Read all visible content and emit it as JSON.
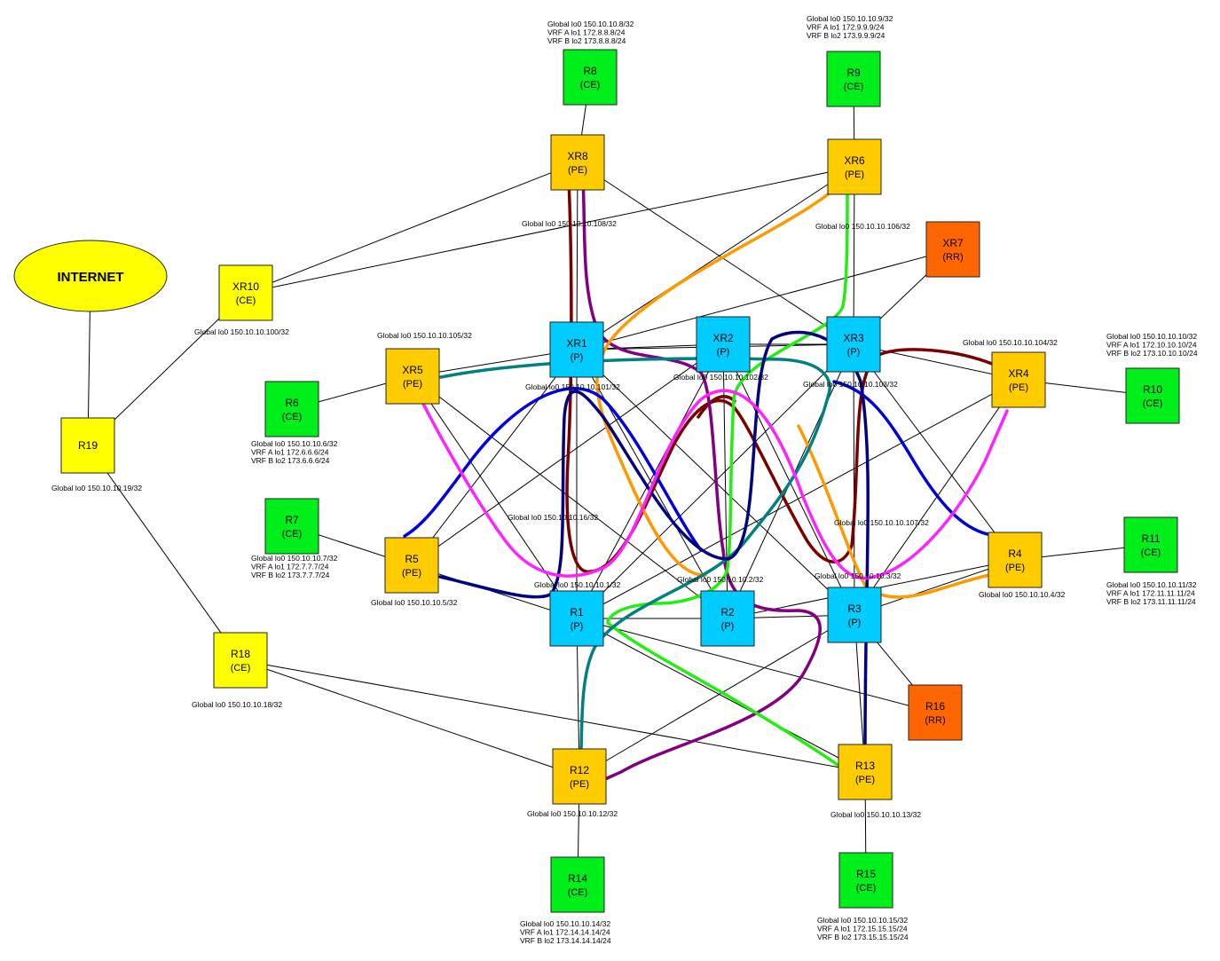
{
  "colors": {
    "ce": "#00ee1a",
    "pe": "#ffcc00",
    "p": "#00ccff",
    "rr": "#ff6600",
    "internet_ce": "#ffff00",
    "internet": "#ffff00"
  },
  "internet": {
    "label": "INTERNET"
  },
  "nodes": [
    {
      "id": "R8",
      "name": "R8",
      "role": "(CE)",
      "type": "ce"
    },
    {
      "id": "R9",
      "name": "R9",
      "role": "(CE)",
      "type": "ce"
    },
    {
      "id": "XR8",
      "name": "XR8",
      "role": "(PE)",
      "type": "pe"
    },
    {
      "id": "XR6",
      "name": "XR6",
      "role": "(PE)",
      "type": "pe"
    },
    {
      "id": "XR7",
      "name": "XR7",
      "role": "(RR)",
      "type": "rr"
    },
    {
      "id": "XR10",
      "name": "XR10",
      "role": "(CE)",
      "type": "internet_ce"
    },
    {
      "id": "XR1",
      "name": "XR1",
      "role": "(P)",
      "type": "p"
    },
    {
      "id": "XR2",
      "name": "XR2",
      "role": "(P)",
      "type": "p"
    },
    {
      "id": "XR3",
      "name": "XR3",
      "role": "(P)",
      "type": "p"
    },
    {
      "id": "XR5",
      "name": "XR5",
      "role": "(PE)",
      "type": "pe"
    },
    {
      "id": "XR4",
      "name": "XR4",
      "role": "(PE)",
      "type": "pe"
    },
    {
      "id": "R6",
      "name": "R6",
      "role": "(CE)",
      "type": "ce"
    },
    {
      "id": "R10",
      "name": "R10",
      "role": "(CE)",
      "type": "ce"
    },
    {
      "id": "R19",
      "name": "R19",
      "role": "",
      "type": "internet_ce"
    },
    {
      "id": "R7",
      "name": "R7",
      "role": "(CE)",
      "type": "ce"
    },
    {
      "id": "R5",
      "name": "R5",
      "role": "(PE)",
      "type": "pe"
    },
    {
      "id": "R4",
      "name": "R4",
      "role": "(PE)",
      "type": "pe"
    },
    {
      "id": "R11",
      "name": "R11",
      "role": "(CE)",
      "type": "ce"
    },
    {
      "id": "R1",
      "name": "R1",
      "role": "(P)",
      "type": "p"
    },
    {
      "id": "R2",
      "name": "R2",
      "role": "(P)",
      "type": "p"
    },
    {
      "id": "R3",
      "name": "R3",
      "role": "(P)",
      "type": "p"
    },
    {
      "id": "R18",
      "name": "R18",
      "role": "(CE)",
      "type": "internet_ce"
    },
    {
      "id": "R16",
      "name": "R16",
      "role": "(RR)",
      "type": "rr"
    },
    {
      "id": "R12",
      "name": "R12",
      "role": "(PE)",
      "type": "pe"
    },
    {
      "id": "R13",
      "name": "R13",
      "role": "(PE)",
      "type": "pe"
    },
    {
      "id": "R14",
      "name": "R14",
      "role": "(CE)",
      "type": "ce"
    },
    {
      "id": "R15",
      "name": "R15",
      "role": "(CE)",
      "type": "ce"
    }
  ],
  "links": [
    [
      "INTERNET",
      "R19"
    ],
    [
      "R19",
      "XR10"
    ],
    [
      "R19",
      "R18"
    ],
    [
      "XR10",
      "XR8"
    ],
    [
      "XR10",
      "XR6"
    ],
    [
      "R8",
      "XR8"
    ],
    [
      "R9",
      "XR6"
    ],
    [
      "XR8",
      "XR1"
    ],
    [
      "XR8",
      "XR3"
    ],
    [
      "XR6",
      "XR1"
    ],
    [
      "XR6",
      "XR3"
    ],
    [
      "XR7",
      "XR1"
    ],
    [
      "XR7",
      "XR3"
    ],
    [
      "XR1",
      "XR2"
    ],
    [
      "XR2",
      "XR3"
    ],
    [
      "XR1",
      "XR3"
    ],
    [
      "XR5",
      "R6"
    ],
    [
      "XR5",
      "XR1"
    ],
    [
      "XR5",
      "R1"
    ],
    [
      "XR5",
      "R2"
    ],
    [
      "XR4",
      "R10"
    ],
    [
      "XR4",
      "XR3"
    ],
    [
      "XR4",
      "R3"
    ],
    [
      "XR4",
      "R1"
    ],
    [
      "R5",
      "R7"
    ],
    [
      "R5",
      "XR1"
    ],
    [
      "R5",
      "R1"
    ],
    [
      "R5",
      "XR2"
    ],
    [
      "R4",
      "R11"
    ],
    [
      "R4",
      "R3"
    ],
    [
      "R4",
      "XR3"
    ],
    [
      "R4",
      "R2"
    ],
    [
      "XR1",
      "R1"
    ],
    [
      "XR1",
      "R2"
    ],
    [
      "XR1",
      "R3"
    ],
    [
      "XR2",
      "R1"
    ],
    [
      "XR2",
      "R2"
    ],
    [
      "XR2",
      "R3"
    ],
    [
      "XR3",
      "R1"
    ],
    [
      "XR3",
      "R2"
    ],
    [
      "XR3",
      "R3"
    ],
    [
      "R1",
      "R2"
    ],
    [
      "R2",
      "R3"
    ],
    [
      "R1",
      "R16"
    ],
    [
      "R3",
      "R16"
    ],
    [
      "R1",
      "R12"
    ],
    [
      "R1",
      "R13"
    ],
    [
      "R3",
      "R12"
    ],
    [
      "R3",
      "R13"
    ],
    [
      "R18",
      "R12"
    ],
    [
      "R18",
      "R13"
    ],
    [
      "R12",
      "R14"
    ],
    [
      "R13",
      "R15"
    ]
  ],
  "paths": [
    {
      "name": "",
      "color": "#7a0000"
    },
    {
      "name": "",
      "color": "#7a0000"
    },
    {
      "name": "",
      "color": "#7a0000"
    },
    {
      "name": "",
      "color": "#800080"
    },
    {
      "name": "",
      "color": "#800080"
    },
    {
      "name": "",
      "color": "#ff9900"
    },
    {
      "name": "",
      "color": "#ff9900"
    },
    {
      "name": "",
      "color": "#22ee11"
    },
    {
      "name": "",
      "color": "#22ee11"
    },
    {
      "name": "",
      "color": "#008080"
    },
    {
      "name": "",
      "color": "#008080"
    },
    {
      "name": "",
      "color": "#0000dd"
    },
    {
      "name": "",
      "color": "#0000dd"
    },
    {
      "name": "",
      "color": "#000080"
    },
    {
      "name": "",
      "color": "#000080"
    },
    {
      "name": "",
      "color": "#ff22ff"
    },
    {
      "name": "",
      "color": "#ff22ff"
    }
  ],
  "annotations": [
    {
      "id": "r8",
      "lines": [
        "Global lo0 150.10.10.8/32",
        "VRF A  lo1 172.8.8.8/24",
        "VRF B  lo2 173.8.8.8/24"
      ]
    },
    {
      "id": "r9",
      "lines": [
        "Global lo0 150.10.10.9/32",
        "VRF A  lo1 172.9.9.9/24",
        "VRF B  lo2 173.9.9.9/24"
      ]
    },
    {
      "id": "xr8",
      "lines": [
        "Global lo0 150.10.10.108/32"
      ]
    },
    {
      "id": "xr6",
      "lines": [
        "Global lo0 150.10.10.106/32"
      ]
    },
    {
      "id": "xr10",
      "lines": [
        "Global lo0 150.10.10.100/32"
      ]
    },
    {
      "id": "xr5",
      "lines": [
        "Global lo0 150.10.10.105/32"
      ]
    },
    {
      "id": "xr1",
      "lines": [
        "Global lo0 150.10.10.101/32"
      ]
    },
    {
      "id": "xr2",
      "lines": [
        "Global lo0 150.10.10.102/32"
      ]
    },
    {
      "id": "xr3",
      "lines": [
        "Global lo0 150.10.10.103/32"
      ]
    },
    {
      "id": "xr4",
      "lines": [
        "Global lo0 150.10.10.104/32"
      ]
    },
    {
      "id": "r10",
      "lines": [
        "Global lo0 150.10.10.10/32",
        "VRF A  lo1 172.10.10.10/24",
        "VRF B  lo2 173.10.10.10/24"
      ]
    },
    {
      "id": "r6",
      "lines": [
        "Global lo0 150.10.10.6/32",
        "VRF A  lo1 172.6.6.6/24",
        "VRF B  lo2 173.6.6.6/24"
      ]
    },
    {
      "id": "r19",
      "lines": [
        "Global lo0 150.10.10.19/32"
      ]
    },
    {
      "id": "r16",
      "lines": [
        "Global lo0 150.10.10.16/32"
      ]
    },
    {
      "id": "xr7",
      "lines": [
        "Global lo0 150.10.10.107/32"
      ]
    },
    {
      "id": "r7",
      "lines": [
        "Global lo0 150.10.10.7/32",
        "VRF A  lo1 172.7.7.7/24",
        "VRF B  lo2 173.7.7.7/24"
      ]
    },
    {
      "id": "r1",
      "lines": [
        "Global lo0 150.10.10.1/32"
      ]
    },
    {
      "id": "r2",
      "lines": [
        "Global lo0 150.10.10.2/32"
      ]
    },
    {
      "id": "r3",
      "lines": [
        "Global lo0 150.10.10.3/32"
      ]
    },
    {
      "id": "r5",
      "lines": [
        "Global lo0 150.10.10.5/32"
      ]
    },
    {
      "id": "r4",
      "lines": [
        "Global lo0 150.10.10.4/32"
      ]
    },
    {
      "id": "r11",
      "lines": [
        "Global lo0 150.10.10.11/32",
        "VRF A  lo1 172.11.11.11/24",
        "VRF B  lo2 173.11.11.11/24"
      ]
    },
    {
      "id": "r18",
      "lines": [
        "Global lo0 150.10.10.18/32"
      ]
    },
    {
      "id": "r12",
      "lines": [
        "Global lo0 150.10.10.12/32"
      ]
    },
    {
      "id": "r13",
      "lines": [
        "Global lo0 150.10.10.13/32"
      ]
    },
    {
      "id": "r14",
      "lines": [
        "Global lo0 150.10.10.14/32",
        "VRF A  lo1 172.14.14.14/24",
        "VRF B  lo2 173.14.14.14/24"
      ]
    },
    {
      "id": "r15",
      "lines": [
        "Global lo0 150.10.10.15/32",
        "VRF A  lo1 172.15.15.15/24",
        "VRF B  lo2 173.15.15.15/24"
      ]
    }
  ]
}
